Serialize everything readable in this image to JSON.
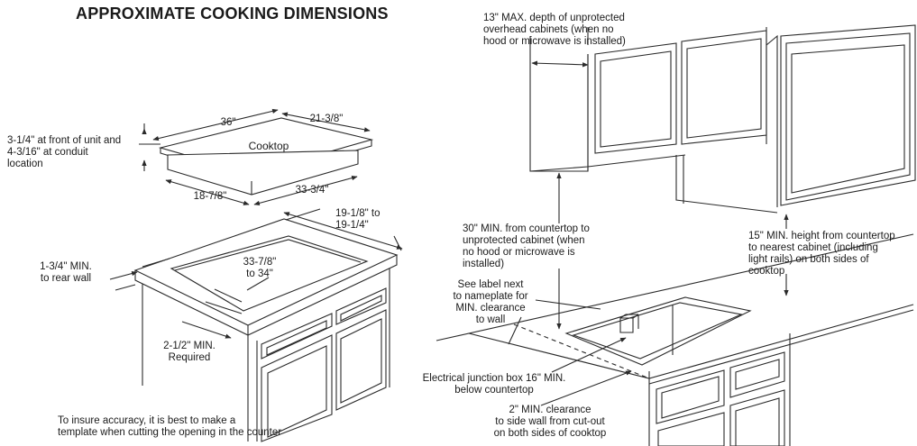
{
  "title": "APPROXIMATE COOKING DIMENSIONS",
  "cooktop": {
    "name": "Cooktop",
    "width": "36\"",
    "depth": "21-3/8\"",
    "height_note": "3-1/4\" at front of unit and\n4-3/16\" at conduit\nlocation",
    "base_depth": "18-7/8\"",
    "base_width": "33-3/4\""
  },
  "cutout": {
    "depth": "19-1/8\" to\n19-1/4\"",
    "width": "33-7/8\"\nto 34\"",
    "rear_wall": "1-3/4\" MIN.\nto rear wall",
    "front_min": "2-1/2\" MIN.\nRequired"
  },
  "notes": {
    "template": "To insure accuracy, it is best to make a\ntemplate when cutting the opening in the counter"
  },
  "clearances": {
    "overhead_depth": "13\" MAX. depth of unprotected\noverhead cabinets (when no\nhood or microwave is installed)",
    "countertop_to_cabinet": "30\" MIN. from countertop to\nunprotected cabinet (when\nno hood or microwave is\ninstalled)",
    "nearest_cabinet": "15\" MIN. height from countertop\nto nearest cabinet (including\nlight rails) on both sides of\ncooktop",
    "label_note": "See label next\nto nameplate for\nMIN. clearance\nto wall",
    "junction_box": "Electrical junction box 16\" MIN.\nbelow countertop",
    "side_wall": "2\" MIN. clearance\nto side wall from cut-out\non both sides of cooktop"
  },
  "colors": {
    "line": "#2a2a2a",
    "background": "#ffffff"
  }
}
